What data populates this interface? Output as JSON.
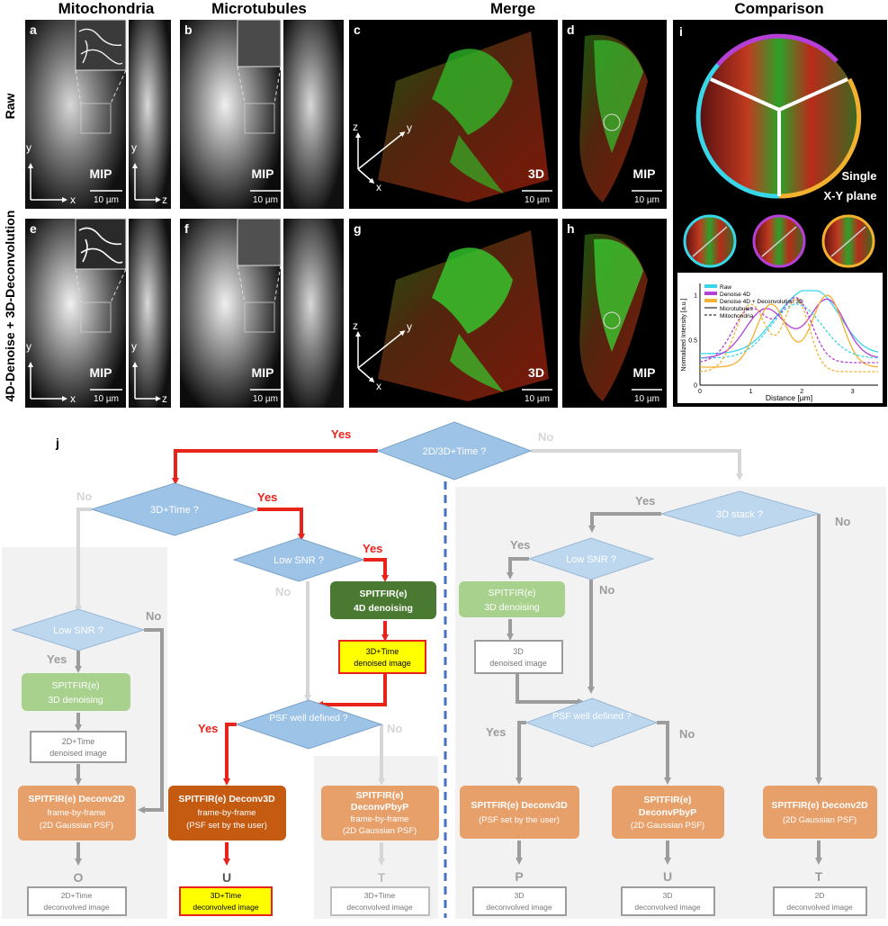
{
  "columns": {
    "mitochondria": "Mitochondria",
    "microtubules": "Microtubules",
    "merge": "Merge",
    "comparison": "Comparison"
  },
  "rows": {
    "raw": "Raw",
    "processed": "4D-Denoise + 3D-Deconvolution"
  },
  "panels": {
    "a": "a",
    "b": "b",
    "c": "c",
    "d": "d",
    "e": "e",
    "f": "f",
    "g": "g",
    "h": "h",
    "i": "i",
    "j": "j"
  },
  "labels": {
    "mip": "MIP",
    "three_d": "3D",
    "scale": "10 µm",
    "axis_x": "x",
    "axis_y": "y",
    "axis_z": "z",
    "single_plane_1": "Single",
    "single_plane_2": "X-Y plane"
  },
  "comparison_chart": {
    "type": "line",
    "legend": [
      "Raw",
      "Denoise 4D",
      "Denoise 4D + Deconvolution 3D",
      "Microtubules",
      "Mitochondria"
    ],
    "xlabel": "Distance [µm]",
    "ylabel": "Normalized Intensity [a.u.]",
    "xticks": [
      "0",
      "1",
      "2",
      "3"
    ],
    "yticks": [
      "0",
      "0.5",
      "1"
    ],
    "colors": {
      "raw": "#38d6e8",
      "denoise": "#b63fd8",
      "deconv": "#f2b230"
    }
  },
  "flowchart": {
    "root": "2D/3D+Time ?",
    "d_3dtime": "3D+Time ?",
    "d_lowsnr": "Low SNR ?",
    "d_psf": "PSF well defined ?",
    "d_3dstack": "3D stack ?",
    "yes": "Yes",
    "no": "No",
    "n_4d_denoise_1": "SPITFIR(e)",
    "n_4d_denoise_2": "4D denoising",
    "n_3d_denoise_1": "SPITFIR(e)",
    "n_3d_denoise_2": "3D denoising",
    "img_3dtime_denoised_1": "3D+Time",
    "img_3dtime_denoised_2": "denoised image",
    "img_2dtime_denoised_1": "2D+Time",
    "img_2dtime_denoised_2": "denoised image",
    "img_3d_denoised_1": "3D",
    "img_3d_denoised_2": "denoised image",
    "n_deconv2d_1": "SPITFIR(e) Deconv2D",
    "n_deconv2d_2": "frame-by-frame",
    "n_deconv2d_3": "(2D Gaussian PSF)",
    "n_deconv3d_1": "SPITFIR(e) Deconv3D",
    "n_deconv3d_2": "frame-by-frame",
    "n_deconv3d_3": "(PSF set by the user)",
    "n_deconvpbyp_1": "SPITFIR(e)",
    "n_deconvpbyp_2": "DeconvPbyP",
    "n_deconvpbyp_3": "frame-by-frame",
    "n_deconvpbyp_4": "(2D Gaussian PSF)",
    "n_r_deconv3d_1": "SPITFIR(e) Deconv3D",
    "n_r_deconv3d_2": "(PSF set by the user)",
    "n_r_deconvpbyp_1": "SPITFIR(e)",
    "n_r_deconvpbyp_2": "DeconvPbyP",
    "n_r_deconvpbyp_3": "(2D Gaussian PSF)",
    "n_r_deconv2d_1": "SPITFIR(e) Deconv2D",
    "n_r_deconv2d_2": "(2D Gaussian PSF)",
    "letter_o": "O",
    "letter_u": "U",
    "letter_t": "T",
    "letter_p": "P",
    "out_2dtime_1": "2D+Time",
    "out_3dtime_1": "3D+Time",
    "out_3d_1": "3D",
    "out_2d_1": "2D",
    "out_deconv": "deconvolved image"
  },
  "colors": {
    "red_path": "#e8231c",
    "gray_path": "#9c9c9c",
    "light_path": "#d6d6d6",
    "diamond": "#9dc3e6",
    "diamond_light": "#bdd7ee",
    "orange": "#e8a06b",
    "orange_dark": "#c55a11",
    "green_dark": "#4a7a32",
    "green_light": "#a9d18e",
    "yellow": "#ffff00",
    "dashed_blue": "#4472c4"
  }
}
